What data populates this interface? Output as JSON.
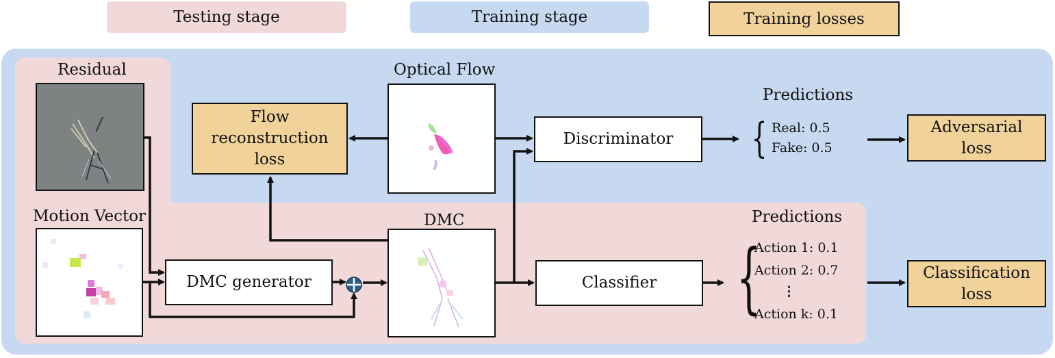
{
  "legend": {
    "testing": "Testing stage",
    "training": "Training stage",
    "losses": "Training losses"
  },
  "inputs": {
    "residual": "Residual",
    "motion_vector": "Motion Vector",
    "optical_flow": "Optical Flow",
    "dmc": "DMC"
  },
  "blocks": {
    "flow_loss": [
      "Flow",
      "reconstruction",
      "loss"
    ],
    "discriminator": "Discriminator",
    "dmc_generator": "DMC generator",
    "classifier": "Classifier",
    "adversarial_loss": [
      "Adversarial",
      "loss"
    ],
    "classification_loss": [
      "Classification",
      "loss"
    ]
  },
  "predictions_top": {
    "title": "Predictions",
    "items": [
      "Real: 0.5",
      "Fake: 0.5"
    ]
  },
  "predictions_bottom": {
    "title": "Predictions",
    "items": [
      "Action 1: 0.1",
      "Action 2: 0.7",
      "Action k: 0.1"
    ],
    "ellipsis": "⋮"
  },
  "colors": {
    "testing_bg": "#f2d9d9",
    "training_bg": "#c6d9f1",
    "loss_fill": "#f1d29a",
    "sum_node": "#2e5d8a"
  },
  "icons": {
    "sum": "circled-plus"
  }
}
